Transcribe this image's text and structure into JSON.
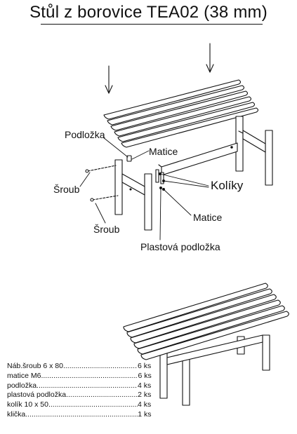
{
  "title": "Stůl z borovice TEA02 (38 mm)",
  "labels": {
    "podlozka": "Podložka",
    "matice_top": "Matice",
    "roub_upper": "Šroub",
    "koliky": "Kolíky",
    "roub_lower": "Šroub",
    "matice_bottom": "Matice",
    "plastova_podlozka": "Plastová podložka"
  },
  "parts": [
    {
      "name": "Náb.šroub 6 x 80",
      "qty": "6 ks"
    },
    {
      "name": "matice M6",
      "qty": "6 ks"
    },
    {
      "name": "podložka",
      "qty": "4 ks"
    },
    {
      "name": "plastová podložka",
      "qty": "2 ks"
    },
    {
      "name": "kolík 10 x 50",
      "qty": "4 ks"
    },
    {
      "name": "klička",
      "qty": "1 ks"
    }
  ]
}
